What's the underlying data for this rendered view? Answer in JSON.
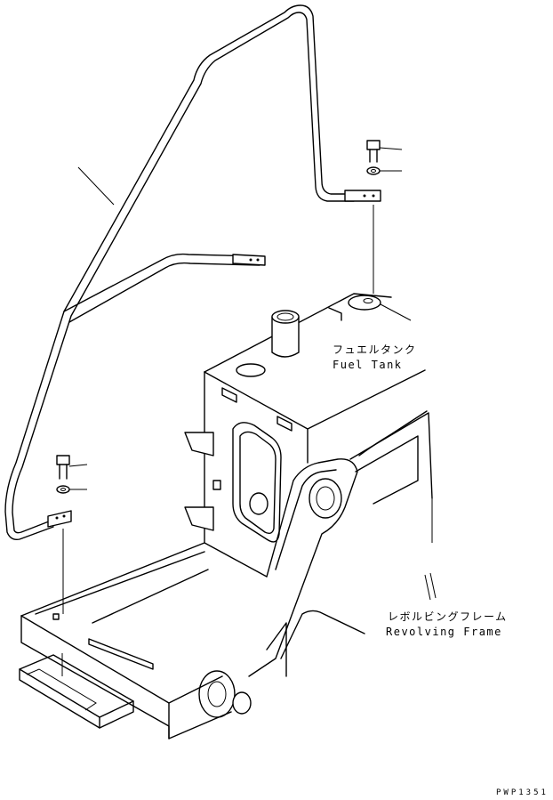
{
  "labels": {
    "fuel_tank_jp": "フュエルタンク",
    "fuel_tank_en": "Fuel Tank",
    "revolving_frame_jp": "レボルビングフレーム",
    "revolving_frame_en": "Revolving Frame",
    "drawing_code": "PWP1351"
  }
}
